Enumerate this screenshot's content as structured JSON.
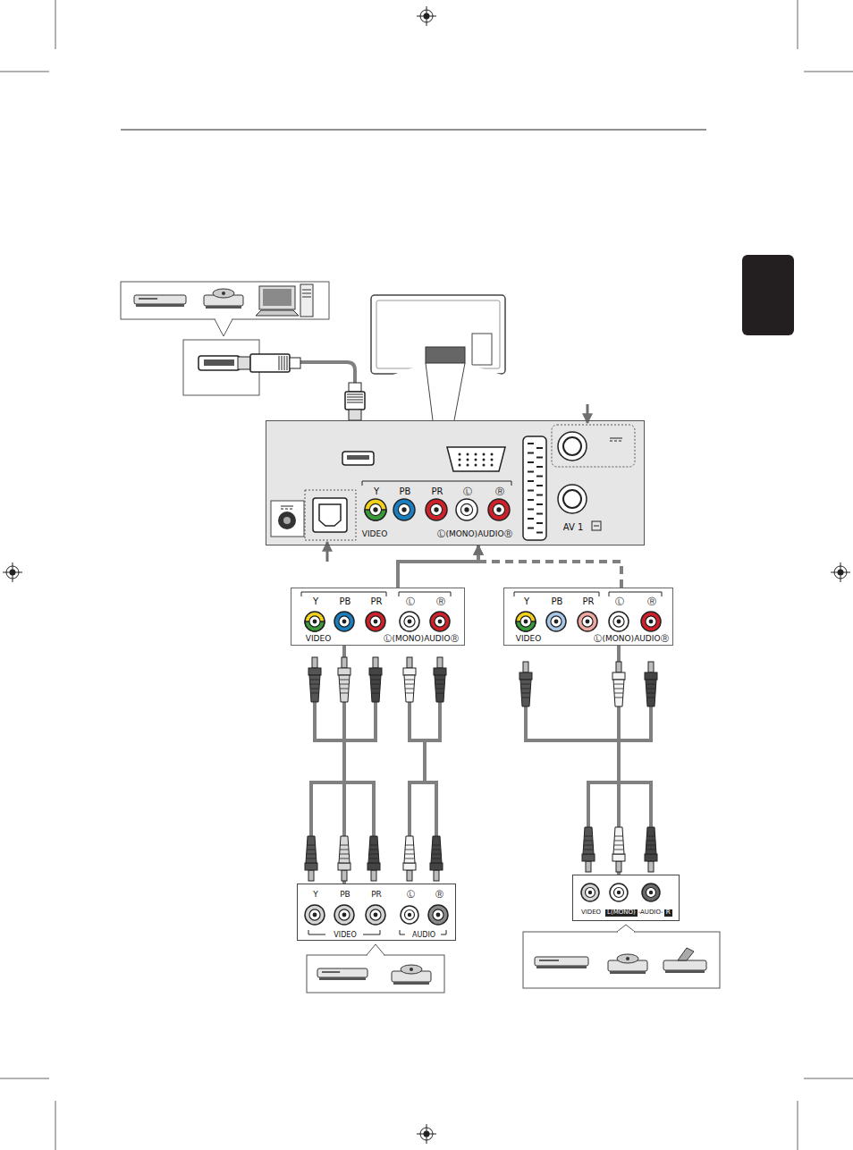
{
  "diagram": {
    "nodes": [
      {
        "text": [
          "Y",
          "PB",
          "PR",
          "Ⓛ",
          "Ⓡ",
          "VIDEO",
          "Ⓛ(MONO)AUDIOⓇ",
          "AV 1"
        ]
      },
      {
        "text": [
          "Y",
          "PB",
          "PR",
          "Ⓛ",
          "Ⓡ",
          "VIDEO",
          "Ⓛ(MONO)AUDIOⓇ"
        ]
      },
      {
        "text": [
          "Y",
          "PB",
          "PR",
          "Ⓛ",
          "Ⓡ",
          "VIDEO",
          "Ⓛ(MONO)AUDIOⓇ"
        ]
      },
      {
        "text": [
          "Y",
          "PB",
          "PR",
          "Ⓛ",
          "Ⓡ",
          "VIDEO",
          "AUDIO"
        ]
      },
      {
        "text": [
          "VIDEO",
          "L(MONO)",
          "-AUDIO-",
          "R"
        ]
      }
    ],
    "edges": [
      {
        "from": 1,
        "to": 0,
        "arrow": "to"
      },
      {
        "from": 2,
        "to": 0,
        "arrow": "to"
      },
      {
        "from": 3,
        "to": 1,
        "arrow": "none"
      },
      {
        "from": 4,
        "to": 2,
        "arrow": "none"
      }
    ]
  }
}
